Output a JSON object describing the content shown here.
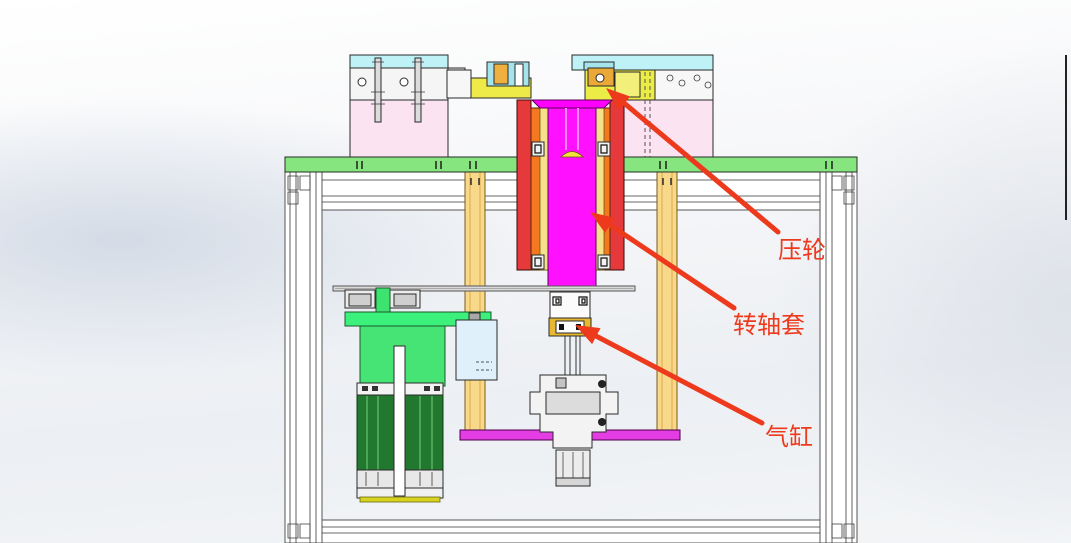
{
  "annotations": [
    {
      "id": "pressure-wheel",
      "text": "压轮"
    },
    {
      "id": "shaft-sleeve",
      "text": "转轴套"
    },
    {
      "id": "cylinder",
      "text": "气缸"
    }
  ],
  "colors": {
    "annotation": "#ee3a1c",
    "top_plate": "#86e57f",
    "shaft_sleeve": "#ff11ff",
    "sleeve_outer": "#e6393b",
    "sleeve_inner": "#f3781f",
    "guide_column": "#f8d98a",
    "motor": "#22782e",
    "motor_bracket": "#3cf07c",
    "bottom_plate": "#e33de3"
  }
}
